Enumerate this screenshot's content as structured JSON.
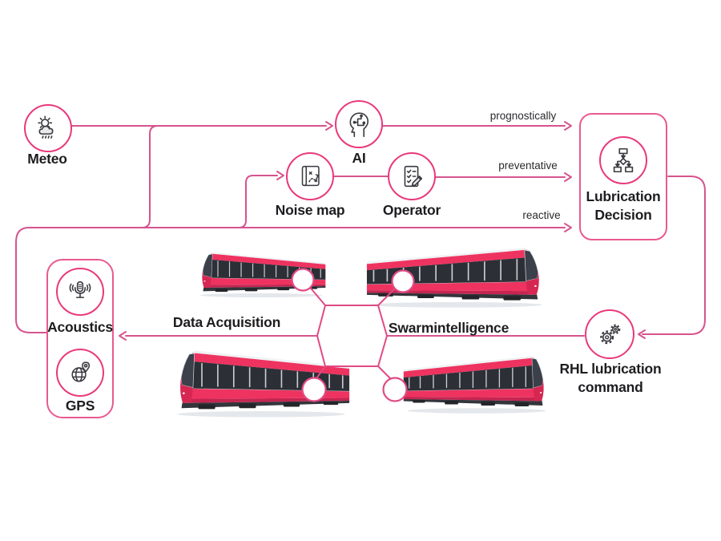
{
  "palette": {
    "pink_border": "#e9397b",
    "pink_line": "#d6548e",
    "circle_bg": "#e9e9e9",
    "icon_stroke": "#3a3a40",
    "tram_red": "#ee3360",
    "text": "#1d1d20"
  },
  "nodes": {
    "meteo": {
      "label": "Meteo",
      "icon": "sun-rain-cloud-icon"
    },
    "ai": {
      "label": "AI",
      "icon": "ai-head-circuit-icon"
    },
    "noise_map": {
      "label": "Noise map",
      "icon": "route-map-icon"
    },
    "operator": {
      "label": "Operator",
      "icon": "checklist-pencil-icon"
    },
    "lubrication_decision": {
      "line1": "Lubrication",
      "line2": "Decision",
      "icon": "flowchart-icon"
    },
    "acoustics": {
      "label": "Acoustics",
      "icon": "microphone-icon"
    },
    "gps": {
      "label": "GPS",
      "icon": "globe-pin-icon"
    },
    "rhl_command": {
      "line1": "RHL lubrication",
      "line2": "command",
      "icon": "gears-icon"
    }
  },
  "edges": {
    "prognostically": "prognostically",
    "preventative": "preventative",
    "reactive": "reactive"
  },
  "flows": {
    "data_acquisition": "Data Acquisition",
    "swarmintelligence": "Swarmintelligence"
  },
  "fleet": {
    "tram_count": 4
  }
}
